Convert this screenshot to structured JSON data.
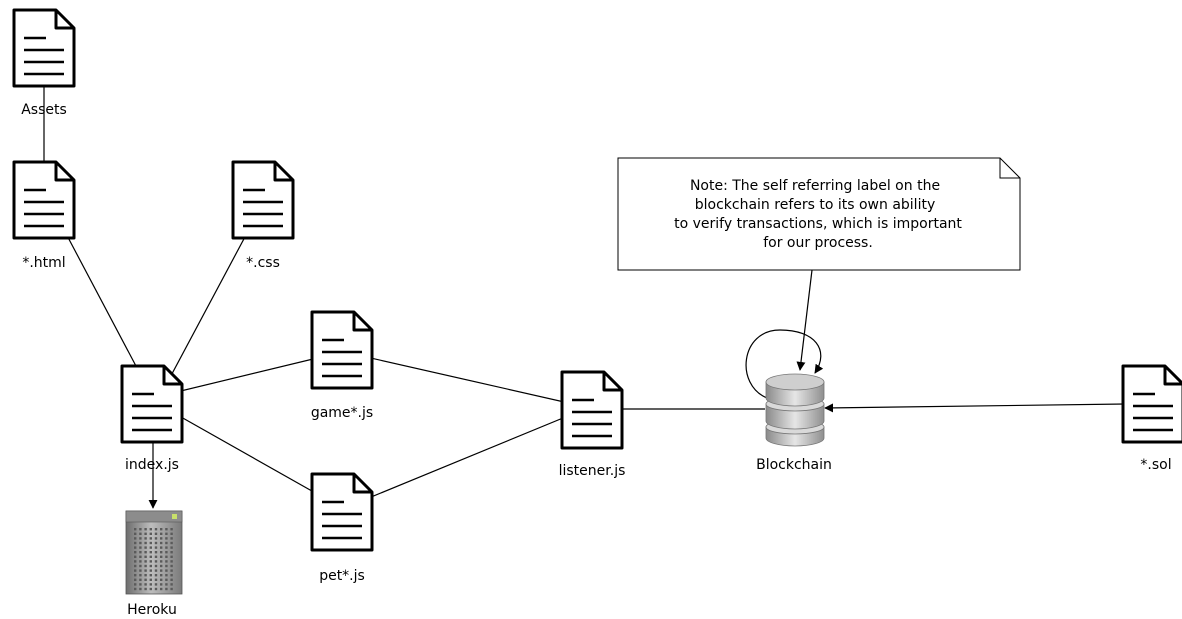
{
  "nodes": {
    "assets": {
      "label": "Assets",
      "icon": "document-icon"
    },
    "html": {
      "label": "*.html",
      "icon": "document-icon"
    },
    "css": {
      "label": "*.css",
      "icon": "document-icon"
    },
    "index": {
      "label": "index.js",
      "icon": "document-icon"
    },
    "game": {
      "label": "game*.js",
      "icon": "document-icon"
    },
    "pet": {
      "label": "pet*.js",
      "icon": "document-icon"
    },
    "listener": {
      "label": "listener.js",
      "icon": "document-icon"
    },
    "blockchain": {
      "label": "Blockchain",
      "icon": "database-icon"
    },
    "sol": {
      "label": "*.sol",
      "icon": "document-icon"
    },
    "heroku": {
      "label": "Heroku",
      "icon": "server-icon"
    }
  },
  "note": {
    "lines": [
      "Note: The self referring label on the",
      "blockchain refers to its own ability",
      "to verify transactions, which is important",
      "for our process."
    ]
  },
  "edges": [
    {
      "from": "assets",
      "to": "html"
    },
    {
      "from": "html",
      "to": "index"
    },
    {
      "from": "css",
      "to": "index"
    },
    {
      "from": "game",
      "to": "index"
    },
    {
      "from": "pet",
      "to": "index"
    },
    {
      "from": "listener",
      "to": "game"
    },
    {
      "from": "listener",
      "to": "pet"
    },
    {
      "from": "blockchain",
      "to": "listener"
    },
    {
      "from": "sol",
      "to": "blockchain"
    },
    {
      "from": "index",
      "to": "heroku"
    },
    {
      "from": "note",
      "to": "blockchain"
    },
    {
      "from": "blockchain",
      "to": "blockchain"
    }
  ]
}
